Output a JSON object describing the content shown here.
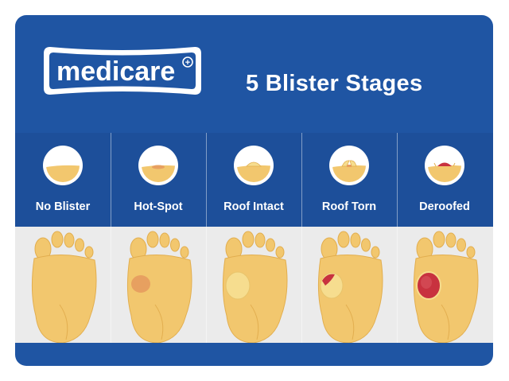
{
  "brand": {
    "name": "medicare",
    "symbol": "+"
  },
  "title": "5 Blister Stages",
  "colors": {
    "brand_blue": "#1f55a3",
    "skin": "#f2c76e",
    "blister_fluid": "#f6dd8f",
    "inflamed": "#e7a060",
    "raw_wound": "#c8323f"
  },
  "stages": [
    {
      "label": "No Blister",
      "icon": "skin-cross-section-icon"
    },
    {
      "label": "Hot-Spot",
      "icon": "hot-spot-icon"
    },
    {
      "label": "Roof Intact",
      "icon": "blister-intact-icon"
    },
    {
      "label": "Roof Torn",
      "icon": "blister-torn-icon"
    },
    {
      "label": "Deroofed",
      "icon": "blister-deroofed-icon"
    }
  ]
}
